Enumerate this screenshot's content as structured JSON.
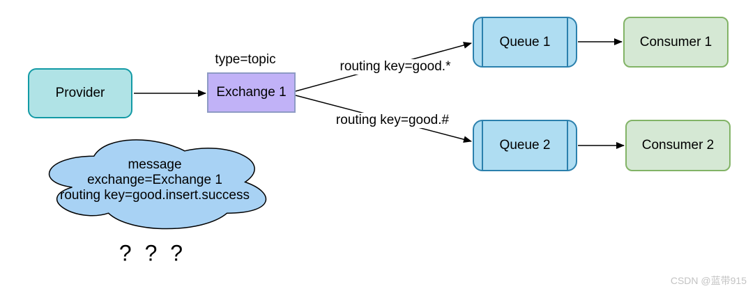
{
  "diagram": {
    "nodes": {
      "provider": {
        "label": "Provider",
        "fill": "#b0e3e6",
        "stroke": "#129aa5"
      },
      "exchange": {
        "label": "Exchange 1",
        "type_label": "type=topic",
        "fill": "#c1b2f7",
        "stroke": "#8d9ac4"
      },
      "queue1": {
        "label": "Queue 1",
        "fill": "#afddf2",
        "stroke": "#2b80ad"
      },
      "queue2": {
        "label": "Queue 2",
        "fill": "#afddf2",
        "stroke": "#2b80ad"
      },
      "consumer1": {
        "label": "Consumer 1",
        "fill": "#d5e8d4",
        "stroke": "#82b366"
      },
      "consumer2": {
        "label": "Consumer 2",
        "fill": "#d5e8d4",
        "stroke": "#82b366"
      }
    },
    "edges": {
      "routing_key_1": "routing key=good.*",
      "routing_key_2": "routing key=good.#"
    },
    "message_cloud": {
      "fill": "#a8d2f4",
      "lines": [
        "message",
        "exchange=Exchange 1",
        "routing key=good.insert.success"
      ]
    },
    "question_marks": "? ? ?"
  },
  "watermark": "CSDN @蓝带915"
}
